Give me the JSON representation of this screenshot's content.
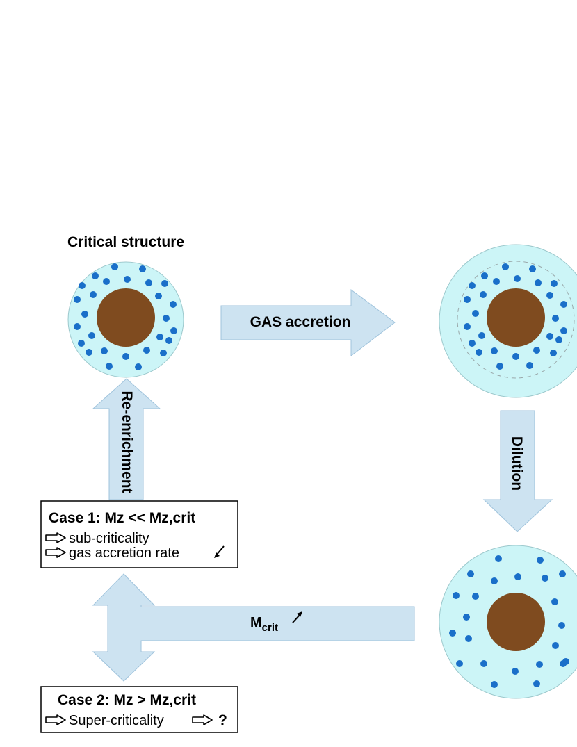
{
  "title": "Critical structure",
  "arrows": {
    "gas_accretion": "GAS accretion",
    "dilution": "Dilution",
    "re_enrichment": "Re-enrichment",
    "m_crit_base": "M",
    "m_crit_sub": "crit"
  },
  "case1": {
    "heading": "Case 1: Mz << Mz,crit",
    "line1": "sub-criticality",
    "line2": "gas accretion rate"
  },
  "case2": {
    "heading": "Case 2: Mz > Mz,crit",
    "line1": "Super-criticality",
    "question": "?"
  },
  "colors": {
    "envelope": "#ccf5f7",
    "core": "#7f4b1f",
    "dots": "#1a6fc9",
    "arrow_fill": "#cde3f1",
    "arrow_stroke": "#9fc3dc"
  }
}
